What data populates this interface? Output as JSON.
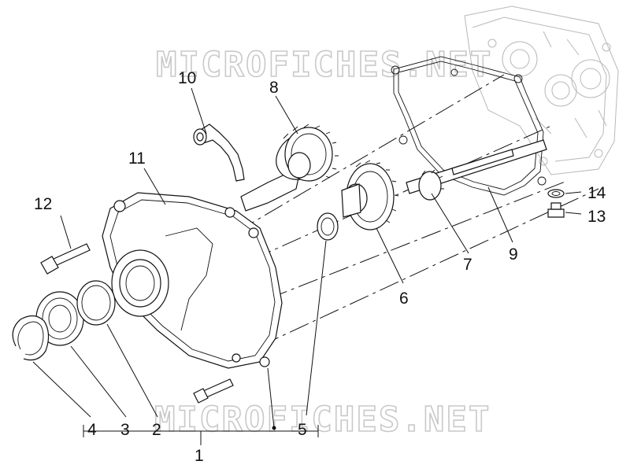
{
  "watermarks": [
    "MICROFICHES.NET",
    "MICROFICHES.NET"
  ],
  "callouts": [
    "1",
    "2",
    "3",
    "4",
    "5",
    "6",
    "7",
    "8",
    "9",
    "10",
    "11",
    "12",
    "13",
    "14"
  ]
}
